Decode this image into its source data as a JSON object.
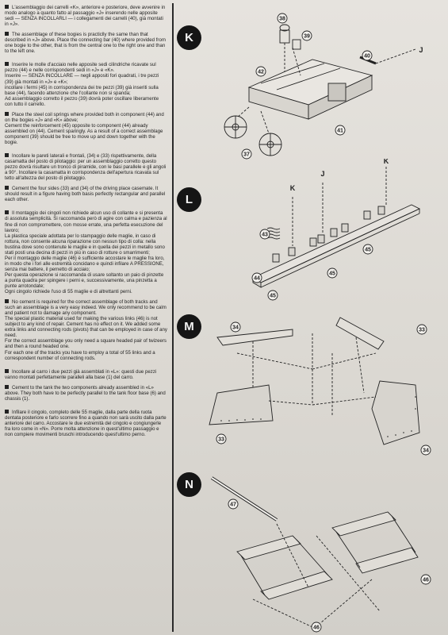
{
  "paragraphs": [
    {
      "id": "K-it",
      "text": "L'assemblaggio dei carrelli «K», anteriore e posteriore, deve avvenire in modo analogo a quanto fatto al passaggio «J» inserendo nelle apposite sedi — SENZA INCOLLARLI — i collegamenti dei carrelli (40), già montati in «J»."
    },
    {
      "id": "K-en",
      "text": "The assemblage of these bogies is practiclly the same than that described in «J» above. Place the connecting bar (40) where provided from one bogie to the other, that is from the central one to the right one and than to the left one."
    },
    {
      "id": "L-it",
      "text": "Inserire le molle d'acciaio nelle apposite sedi cilindriche ricavate sul pezzo (44) e nelle corrispondenti sedi in «J» e «K».\nInserire — SENZA INCOLLARE — negli appositi fori quadrati, i tre pezzi (39) già montati in «J» e «K»;\nincollare i fermi (45) in corrispondenza dei tre pezzi (39) già inseriti sulla base (44), facendo attenzione che l'collante non si spanda;\nAd assemblaggio corretto il pezzo (39) dovrà poter oscillare liberamente con tutto il carrello."
    },
    {
      "id": "L-en",
      "text": "Place the steel coil springs where provided both in component (44) and on the bogies «J» and «K» above;\nCement the reinforcement (45) opposite to component (44) already assembled on (44). Cement sparingly. As a result of a correct assemblage component (39) should be free to move up and down together with the bogie."
    },
    {
      "id": "M-it",
      "text": "Incollare le pareti laterali e frontali, (34) e (33) rispettivamente, della casamatta del posto di pilotaggio: per un assemblaggio corretto questo pezzo dovrà risultare un tronco di piramide, con le basi parallele e gli angoli a 90°. Incollare la casamatta in corrispondenza dell'apertura ricavata sul tetto all'altezza del posto di pilotaggio."
    },
    {
      "id": "M-en",
      "text": "Cement the four sides (33) and (34) of the driving place casemate. It should result in a figure having both basis perfectly rectangular and parallel each other."
    },
    {
      "id": "N-it",
      "text": "Il montaggio dei cingoli non richiede alcun uso di collante e si presenta di assoluta semplicità. Si raccomanda però di agire con calma e pazienza al fine di non compromettere, con mosse errate, una perfetta esecuzione del lavoro;\nLa plastica speciale adottata per lo stampaggio delle maglie, in caso di rottura, non consente alcuna riparazione con nessun tipo di colla: nella bustina dove sono contenute le maglie e in quella dei pezzi in metallo sono stati posti una decina di pezzi in più in caso di rotture o smarrimenti;\nPer il montaggio delle maglie (46) è sufficiente accostare le maglie fra loro, in modo che i fori alle estremità concidano e quindi infilare A PRESSIONE, senza mai battere, il pernetto di acciaio;\nPer questa operazione si raccomanda di usare soltanto un paio di pinzette a punta quadra per spingere i perni e, successivamente, una pinzetta a punte arrotondate;\nOgni cingolo richiede l'uso di 55 maglie e di altrettanti perni."
    },
    {
      "id": "N-en",
      "text": "No cement is required for the correct assemblage of both tracks and such an assemblage is a very easy indeed. We only recommend to be calm and patient not to damage any component.\nThe special plastic material used for making the various links (46) is not subject to any kind of repair. Cement has no effect on it. We added some extra links and connecting rods (pivots) that can be employed in case of any need.\nFor the correct assemblage you only need a square headed pair of twizeers and then a round headed one.\nFor each one of the tracks you have to employ a total of 55 links and a correspondent number of connecting rods."
    },
    {
      "id": "O-it",
      "text": "Incollare al carro i due pezzi già assemblati in «L»: questi due pezzi vanno montati perfettamente paralleli alla base (1) del carro."
    },
    {
      "id": "O-en",
      "text": "Cement to the tank the two components already assembled in «L» above. They both have to be perfectly parallel to the tank floor base (6) and chassis (1)."
    },
    {
      "id": "P-it",
      "text": "Infilare il cingolo, completo delle 55 maglie, dalla parte della ruota dentata posteriore e farlo scorrere fino a quando non sarà uscito dalla parte anteriore del carro. Accostare le due estremità del cingolo e congiungerle fra loro come in «N». Porre molta attenzione in quest'ultimo passaggio e non compiere movimenti bruschi introducendo quest'ultimo perno."
    }
  ],
  "steps": [
    {
      "id": "K",
      "label": "K"
    },
    {
      "id": "L",
      "label": "L"
    },
    {
      "id": "M",
      "label": "M"
    },
    {
      "id": "N",
      "label": "N"
    }
  ],
  "callouts": {
    "K": [
      "38",
      "39",
      "40",
      "42",
      "41",
      "37",
      "J"
    ],
    "L": [
      "K",
      "J",
      "K",
      "43",
      "45",
      "44",
      "45",
      "45"
    ],
    "M": [
      "34",
      "33",
      "33",
      "34"
    ],
    "N": [
      "47",
      "46",
      "46"
    ]
  }
}
